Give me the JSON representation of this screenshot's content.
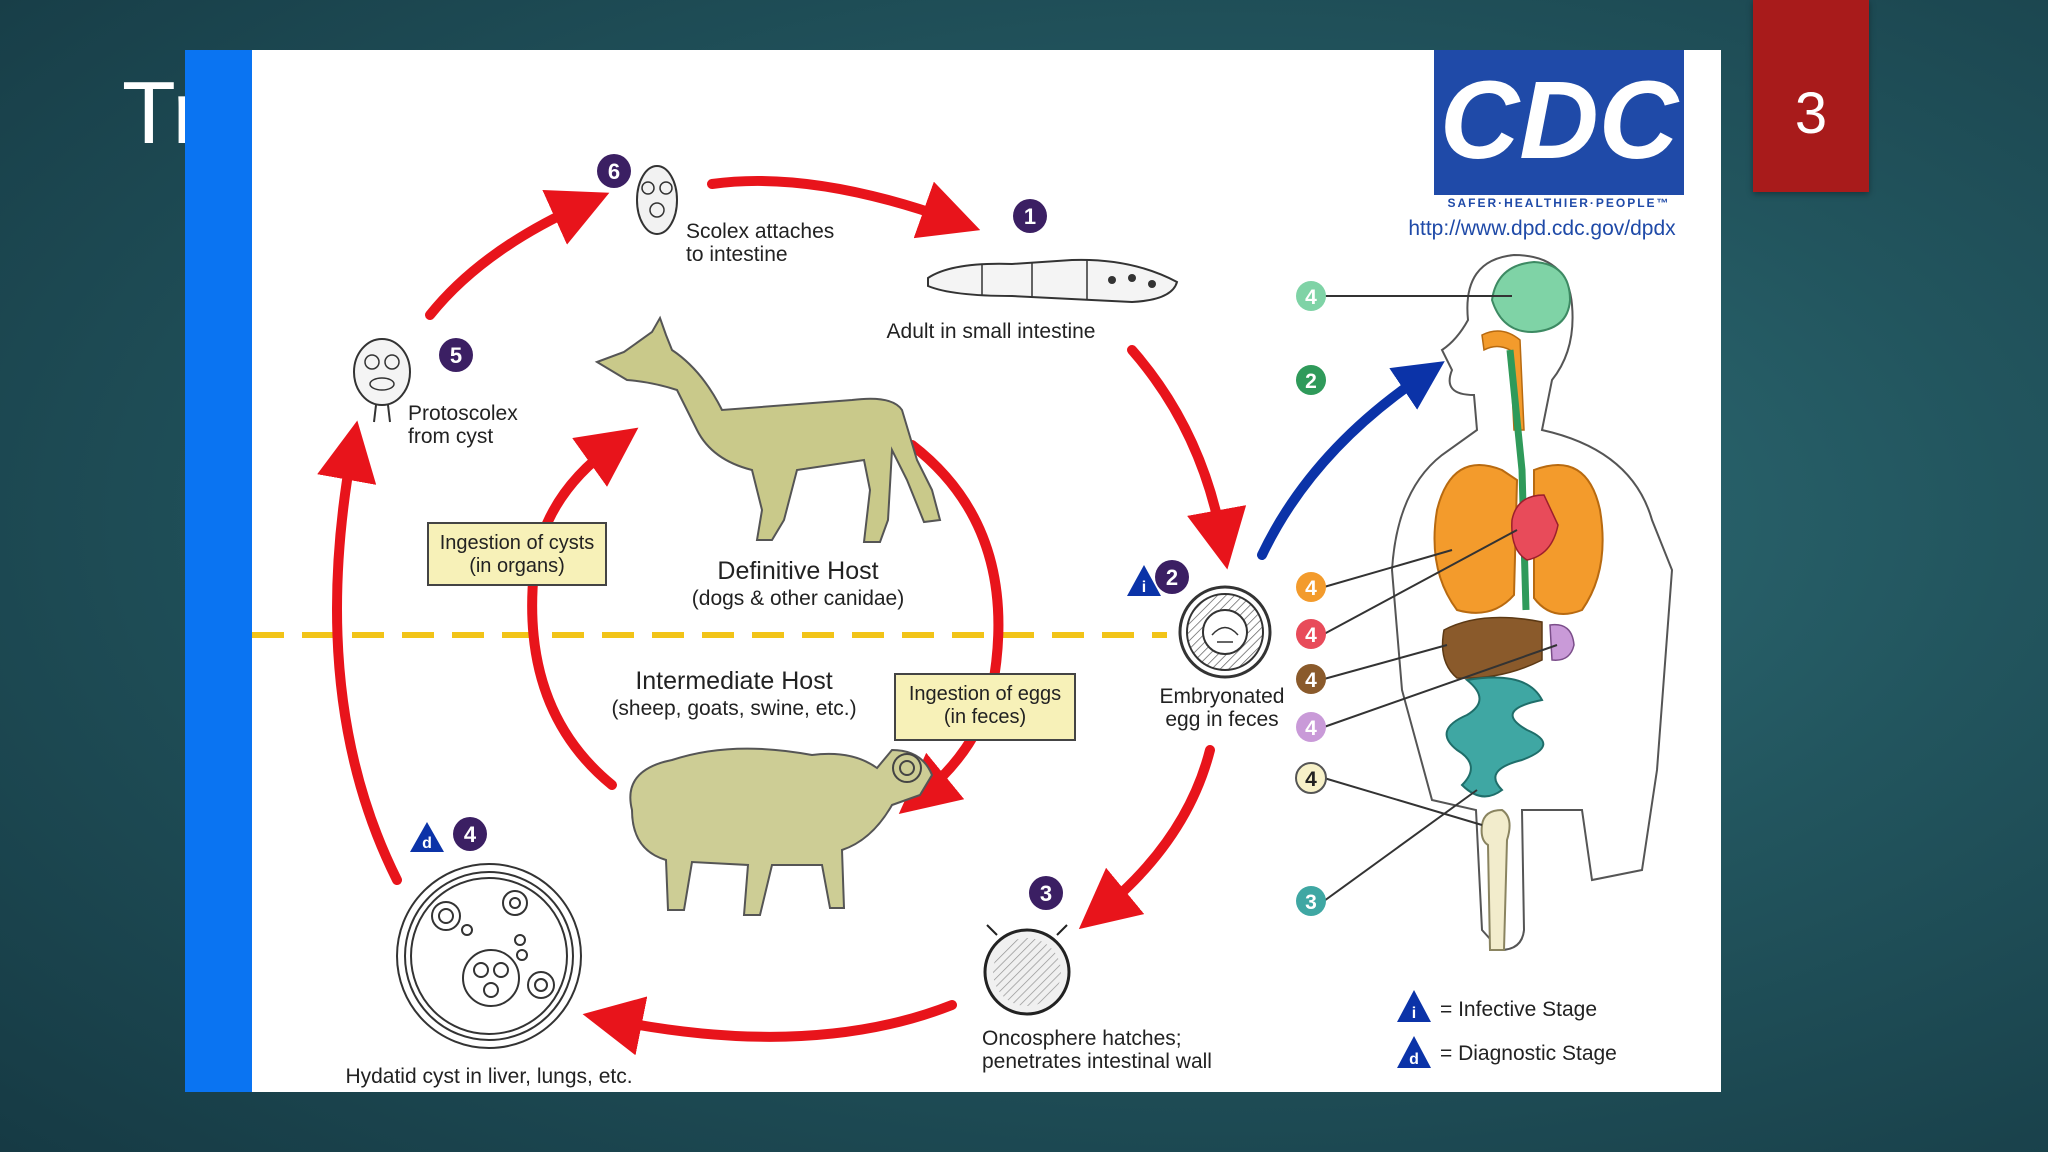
{
  "slide": {
    "title": "Tr",
    "page_number": "3"
  },
  "diagram": {
    "logo": {
      "text": "CDC",
      "tagline": "SAFER·HEALTHIER·PEOPLE™",
      "url": "http://www.dpd.cdc.gov/dpdx"
    },
    "stages": {
      "s1": {
        "number": "1",
        "caption_l1": "Adult in small intestine"
      },
      "s2": {
        "number": "2",
        "caption_l1": "Embryonated",
        "caption_l2": "egg in feces"
      },
      "s3": {
        "number": "3",
        "caption_l1": "Oncosphere hatches;",
        "caption_l2": "penetrates intestinal wall"
      },
      "s4": {
        "number": "4",
        "caption_l1": "Hydatid cyst in liver, lungs, etc."
      },
      "s5": {
        "number": "5",
        "caption_l1": "Protoscolex",
        "caption_l2": "from cyst"
      },
      "s6": {
        "number": "6",
        "caption_l1": "Scolex attaches",
        "caption_l2": "to intestine"
      }
    },
    "hosts": {
      "definitive": {
        "title": "Definitive Host",
        "subtitle": "(dogs & other canidae)"
      },
      "intermediate": {
        "title": "Intermediate Host",
        "subtitle": "(sheep, goats, swine, etc.)"
      }
    },
    "boxes": {
      "cysts": {
        "l1": "Ingestion of cysts",
        "l2": "(in organs)"
      },
      "eggs": {
        "l1": "Ingestion of eggs",
        "l2": "(in feces)"
      }
    },
    "symbols": {
      "infective": "i",
      "diagnostic": "d"
    },
    "legend": {
      "infective": "= Infective Stage",
      "diagnostic": "= Diagnostic Stage"
    },
    "human_labels": {
      "brain": "4",
      "entry": "2",
      "lungs": "4",
      "heart": "4",
      "liver": "4",
      "spleen": "4",
      "bone": "4",
      "intestine": "3"
    },
    "colors": {
      "cycle_arrow": "#e8141b",
      "human_arrow": "#0b33a8",
      "stage_badge": "#3b1f63",
      "divider": "#f2c418",
      "box_fill": "#f7f1b8",
      "cdc_blue": "#1f4aa8",
      "lung_orange": "#f39b2c",
      "brain_green": "#7fd3a6",
      "intestine_teal": "#3fa7a3",
      "liver_brown": "#8a5a2b"
    }
  }
}
